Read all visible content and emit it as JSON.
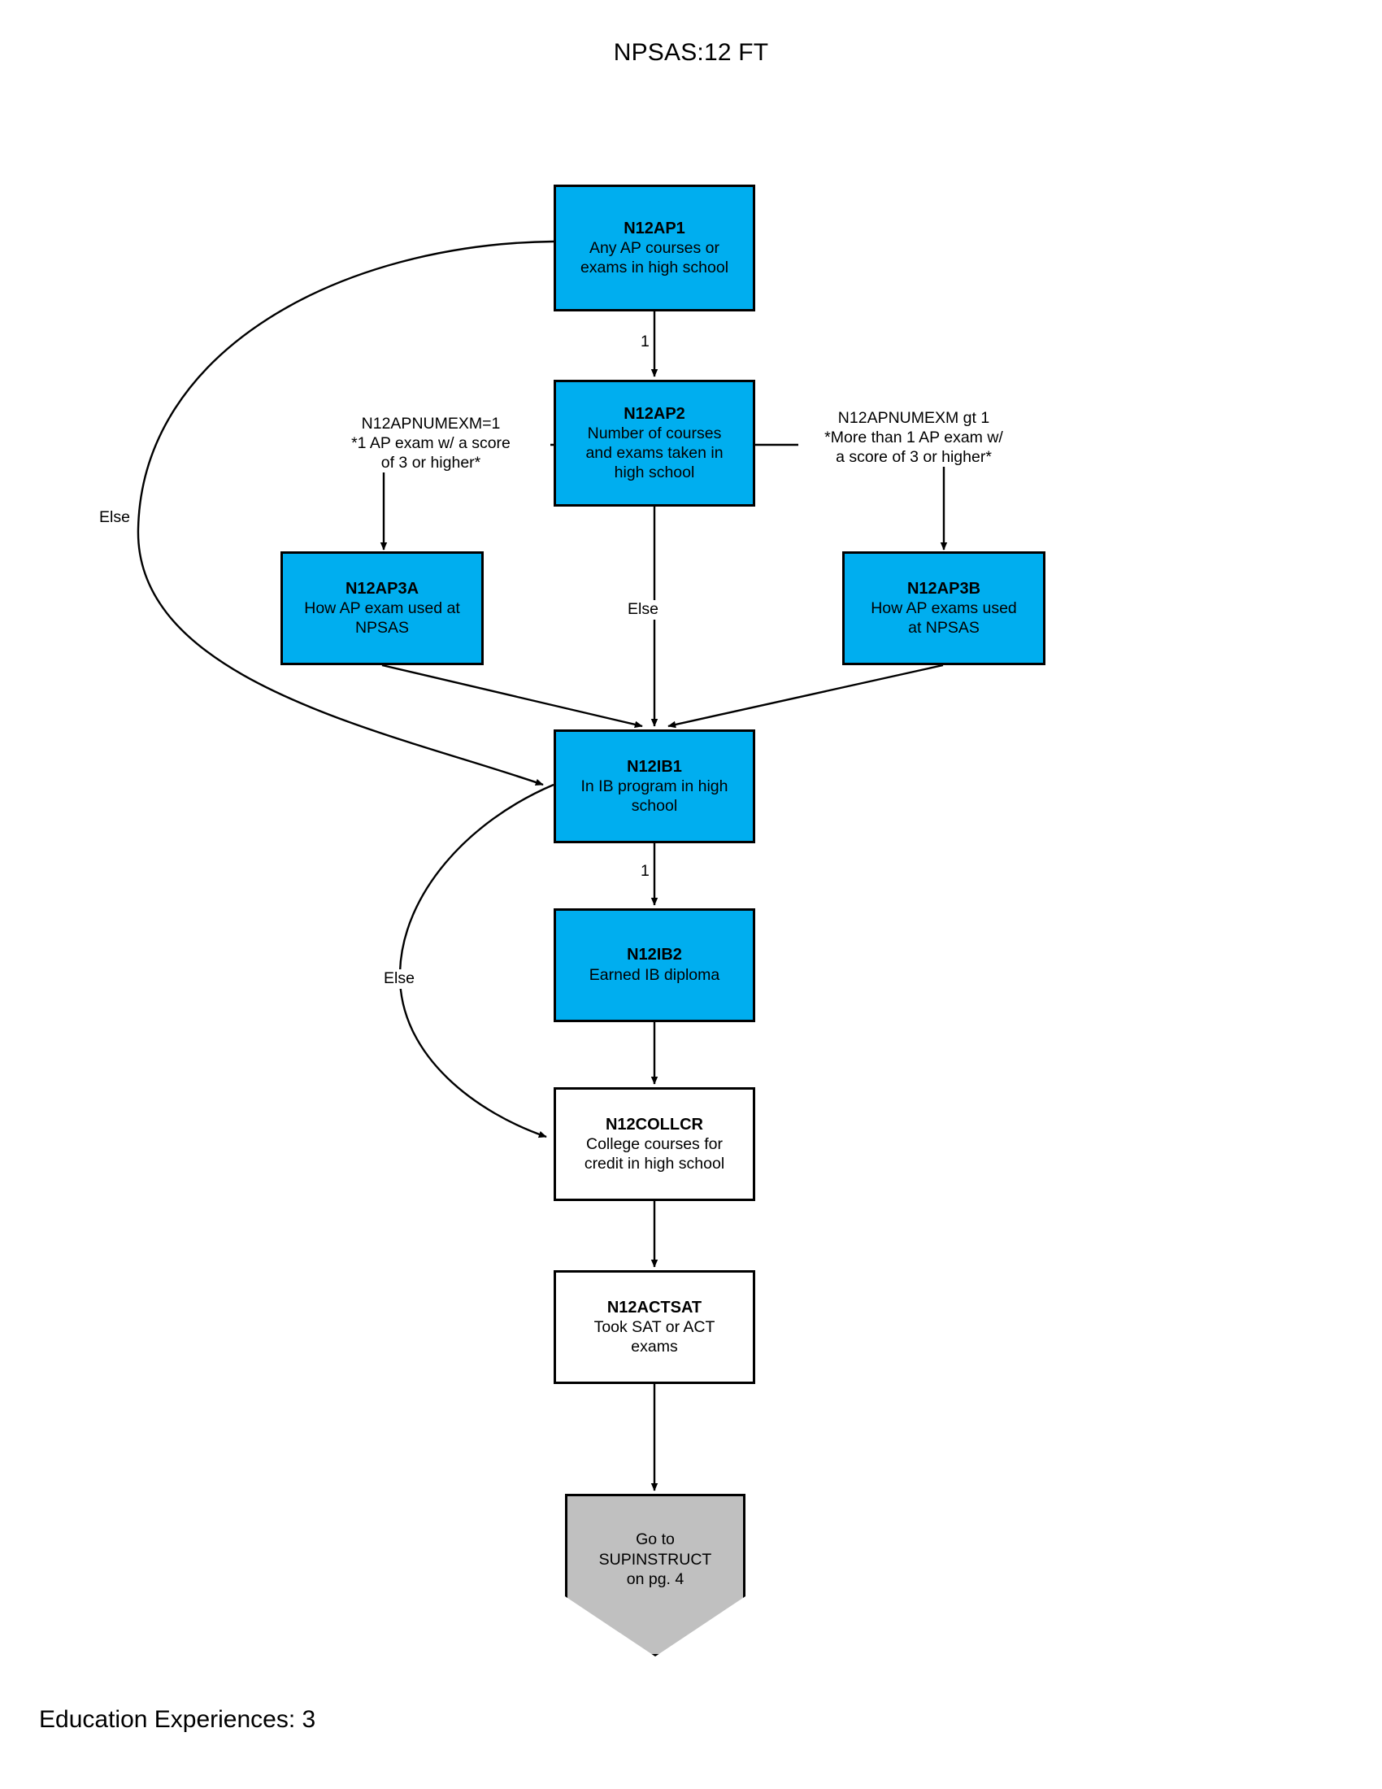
{
  "page": {
    "title": "NPSAS:12 FT",
    "footer": "Education Experiences: 3",
    "colors": {
      "node_blue": "#00AEEF",
      "node_white": "#FFFFFF",
      "terminal_gray": "#C0C0C0",
      "stroke": "#000000",
      "background": "#FFFFFF"
    }
  },
  "nodes": [
    {
      "id": "N12AP1",
      "code": "N12AP1",
      "desc": "Any AP courses or\nexams  in high school",
      "fill": "blue"
    },
    {
      "id": "N12AP2",
      "code": "N12AP2",
      "desc": "Number of courses\nand exams taken in\nhigh school",
      "fill": "blue"
    },
    {
      "id": "N12AP3A",
      "code": "N12AP3A",
      "desc": "How AP exam used at\nNPSAS",
      "fill": "blue"
    },
    {
      "id": "N12AP3B",
      "code": "N12AP3B",
      "desc": "How AP exams used\nat NPSAS",
      "fill": "blue"
    },
    {
      "id": "N12IB1",
      "code": "N12IB1",
      "desc": "In IB program in high\nschool",
      "fill": "blue"
    },
    {
      "id": "N12IB2",
      "code": "N12IB2",
      "desc": "Earned IB diploma",
      "fill": "blue"
    },
    {
      "id": "N12COLLCR",
      "code": "N12COLLCR",
      "desc": "College courses for\ncredit in high school",
      "fill": "white"
    },
    {
      "id": "N12ACTSAT",
      "code": "N12ACTSAT",
      "desc": "Took SAT or ACT\nexams",
      "fill": "white"
    }
  ],
  "terminal": {
    "id": "SUPINSTRUCT",
    "desc": "Go to\nSUPINSTRUCT\non pg. 4",
    "fill": "gray"
  },
  "edge_labels": {
    "ap1_to_ap2": "1",
    "ap1_else": "Else",
    "ap2_left": "N12APNUMEXM=1\n*1 AP exam w/ a score\nof 3 or higher*",
    "ap2_right": "N12APNUMEXM gt 1\n*More than 1 AP exam w/\na score of 3 or higher*",
    "ap2_else": "Else",
    "ib1_to_ib2": "1",
    "ib1_else": "Else"
  }
}
